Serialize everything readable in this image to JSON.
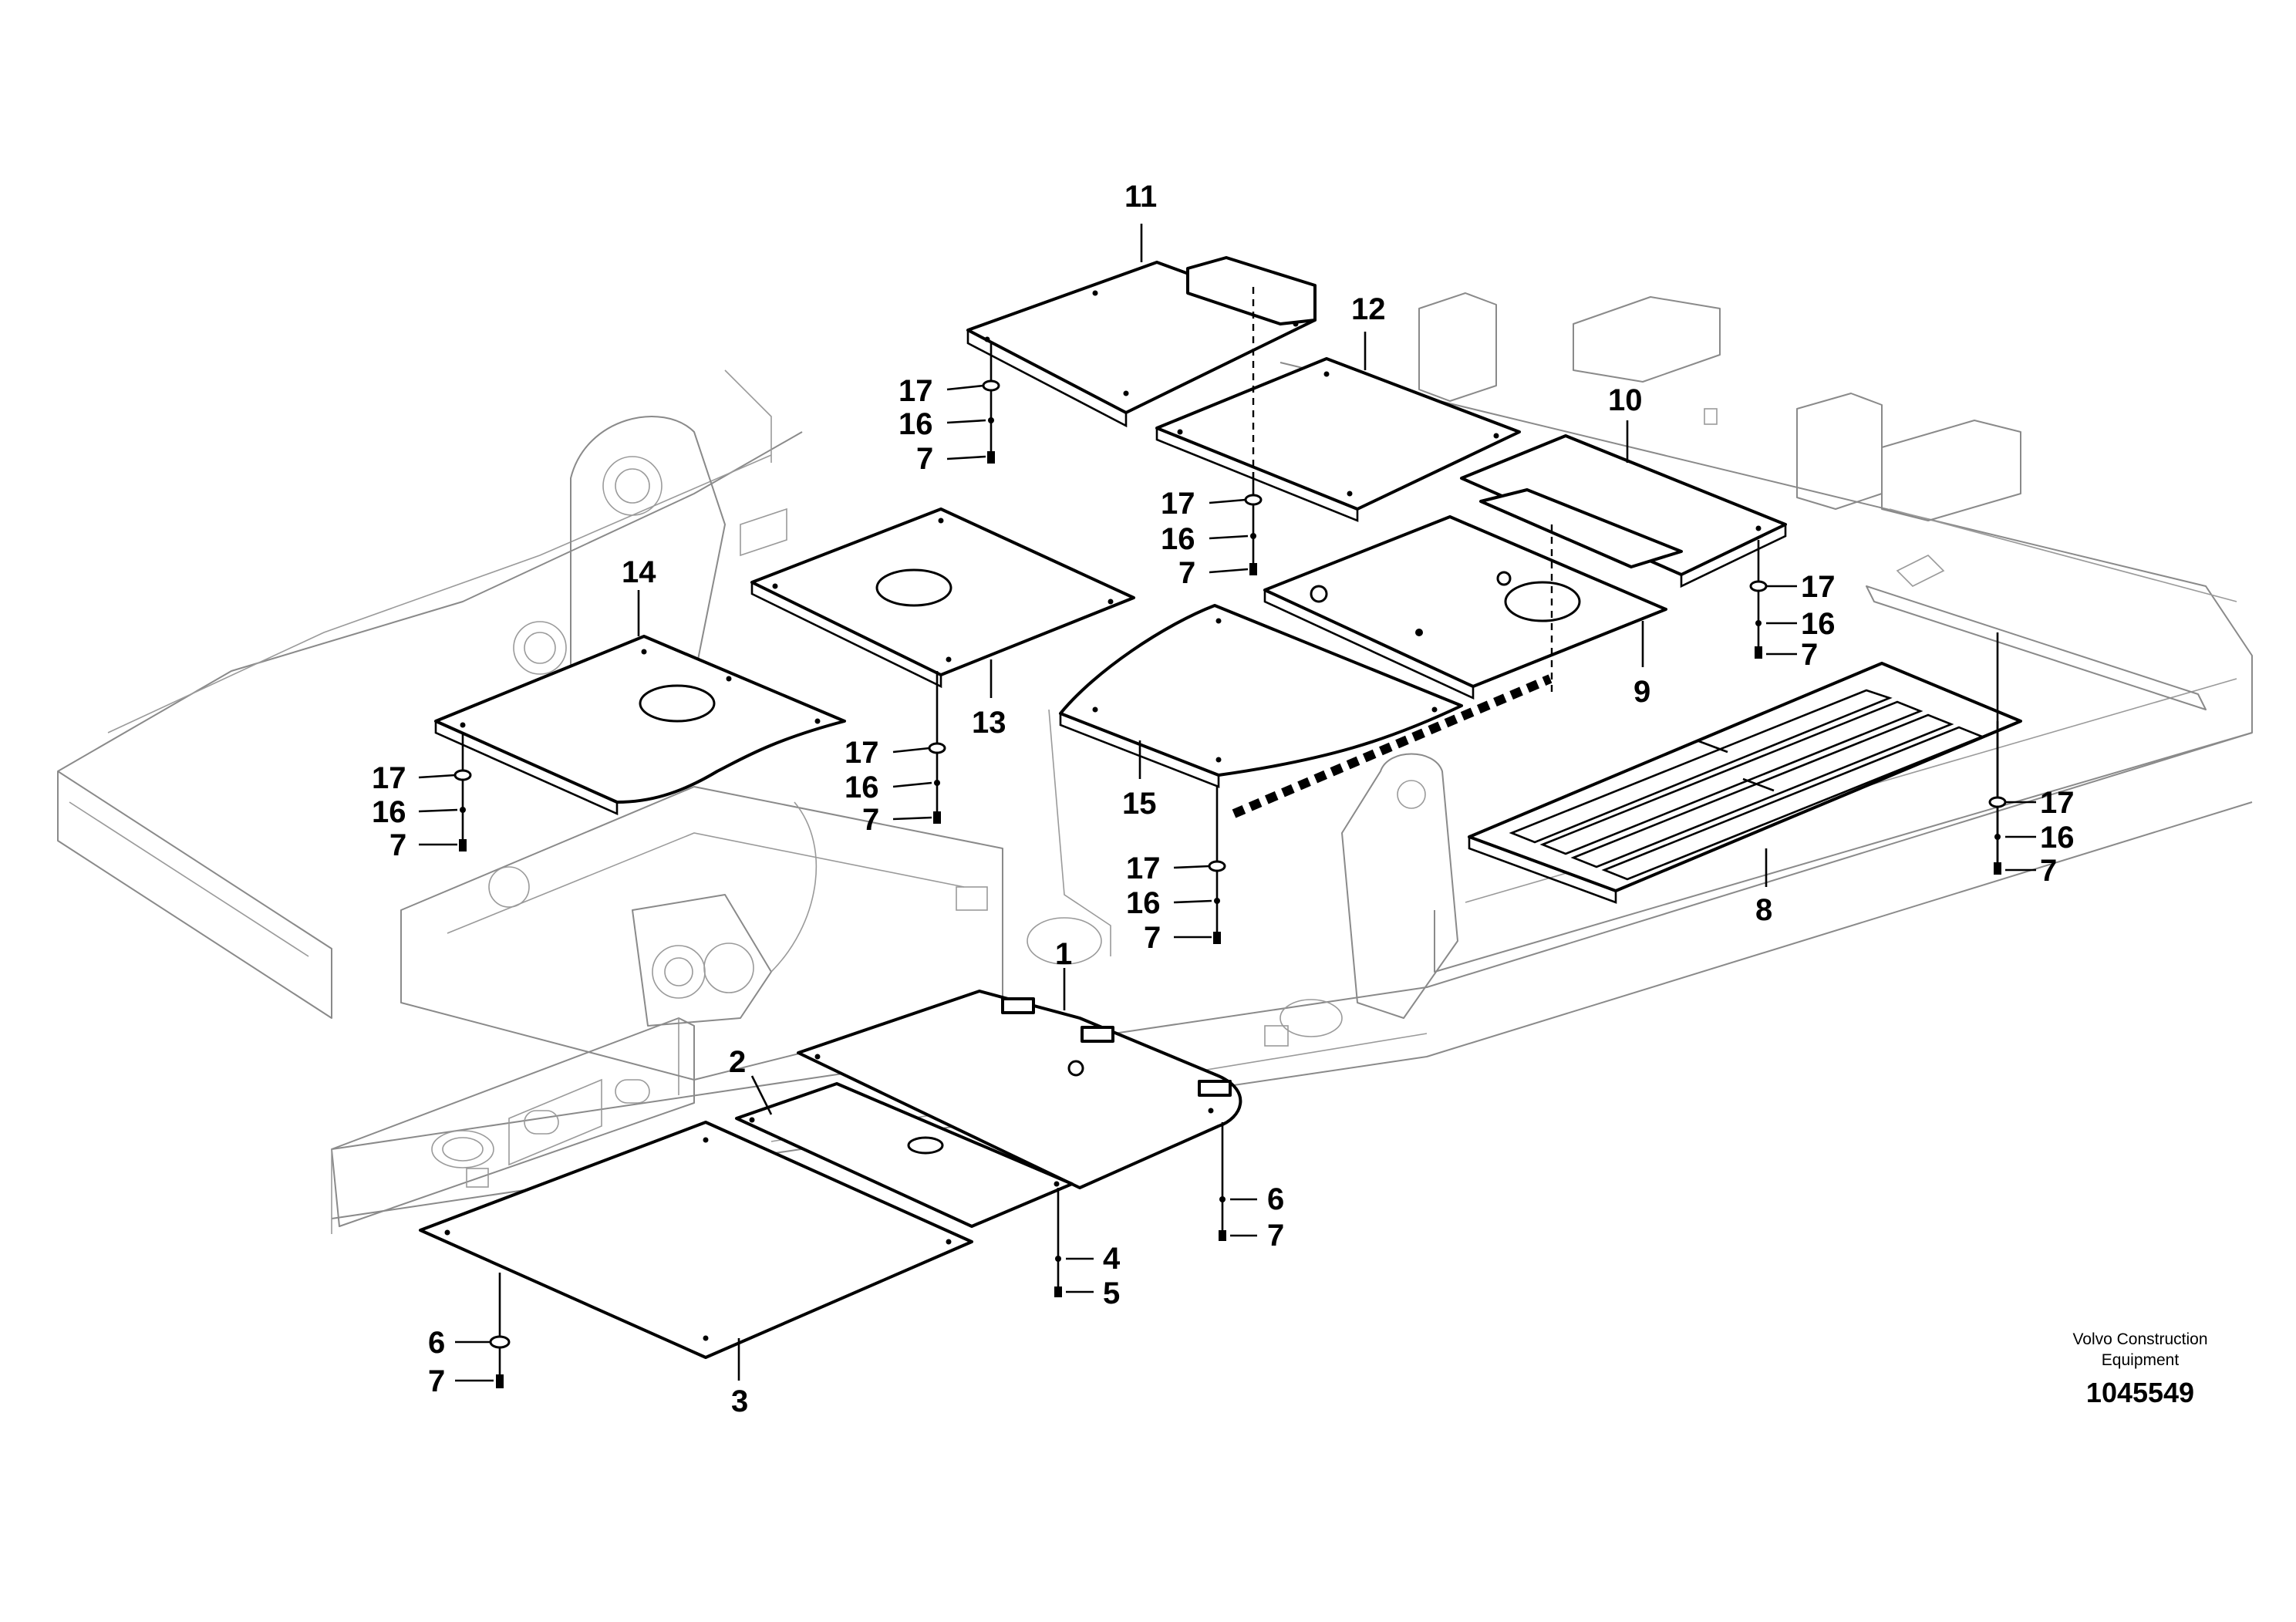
{
  "labels": {
    "p1": "1",
    "p2": "2",
    "p3": "3",
    "p4": "4",
    "p5": "5",
    "p6": "6",
    "p7": "7",
    "p8": "8",
    "p9": "9",
    "p10": "10",
    "p11": "11",
    "p12": "12",
    "p13": "13",
    "p14": "14",
    "p15": "15",
    "p16": "16",
    "p17": "17"
  },
  "brand": {
    "line1": "Volvo Construction",
    "line2": "Equipment",
    "doc_number": "1045549"
  }
}
